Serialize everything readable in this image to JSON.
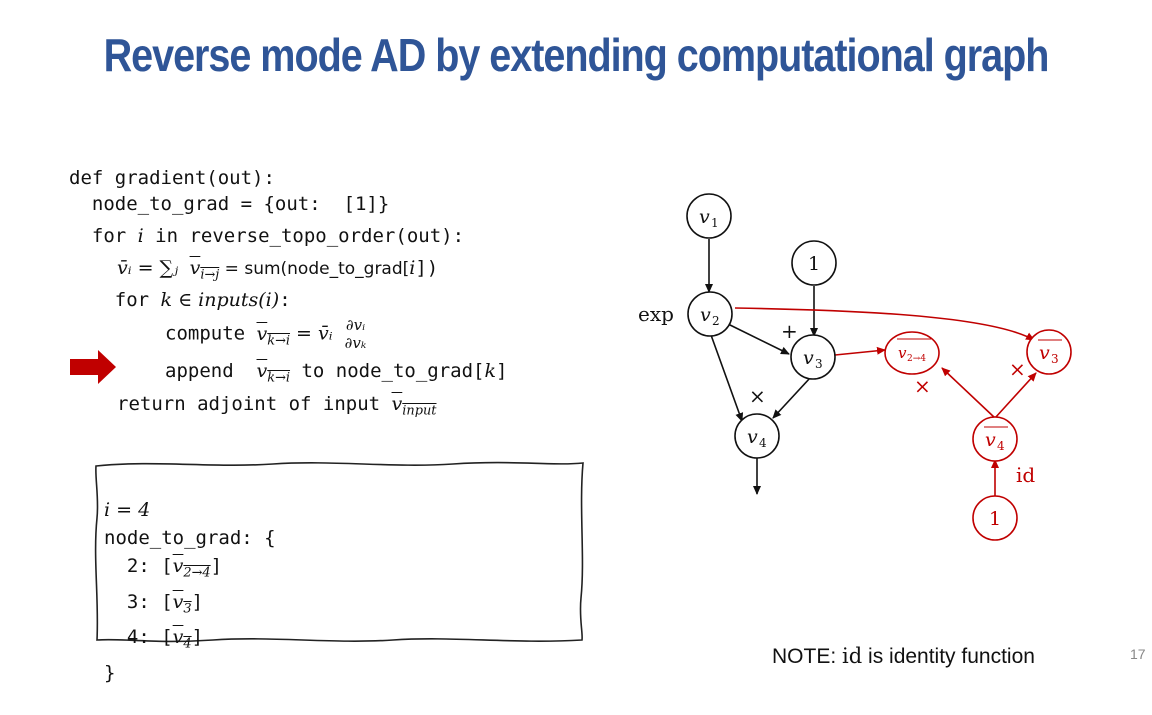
{
  "title": "Reverse mode AD by extending computational graph",
  "code": {
    "line1": "def gradient(out):",
    "line2": "  node_to_grad = {out:  [1]}",
    "line3_pre": "  for ",
    "line3_var": "i",
    "line3_post": " in reverse_topo_order(out):",
    "line4_lhs": "v̄ᵢ = ∑ⱼ",
    "line4_term": "v",
    "line4_term_sub": "i→j",
    "line4_post": " = sum(node_to_grad[",
    "line4_idx": "i",
    "line4_end": "])",
    "line5_pre": "    for ",
    "line5_math": "k ∈ inputs(i)",
    "line5_post": ":",
    "line6_pre": "compute ",
    "line6_term": "v",
    "line6_sub": "k→i",
    "line6_eq": " = v̄ᵢ ",
    "line6_frac_num": "∂vᵢ",
    "line6_frac_den": "∂vₖ",
    "line7_pre": "append  ",
    "line7_term": "v",
    "line7_sub": "k→i",
    "line7_post": " to node_to_grad[",
    "line7_idx": "k",
    "line7_end": "]",
    "line8_pre": "return adjoint of input ",
    "line8_term": "v",
    "line8_sub": "input"
  },
  "state_box": {
    "i_line": "i = 4",
    "header": "node_to_grad: {",
    "entries": [
      {
        "key": "2: [",
        "term": "v",
        "sub": "2→4",
        "end": "]"
      },
      {
        "key": "3: [",
        "term": "v",
        "sub": "3",
        "end": "]"
      },
      {
        "key": "4: [",
        "term": "v",
        "sub": "4",
        "end": "]"
      }
    ],
    "close": "}"
  },
  "graph": {
    "colors": {
      "forward": "#111111",
      "backward": "#c00000"
    },
    "nodes": {
      "v1": {
        "label": "v",
        "sub": "1"
      },
      "one": {
        "label": "1"
      },
      "v2": {
        "label": "v",
        "sub": "2"
      },
      "v3": {
        "label": "v",
        "sub": "3"
      },
      "v4": {
        "label": "v",
        "sub": "4"
      },
      "g24": {
        "label": "v",
        "sub": "2→4"
      },
      "g3": {
        "label": "v",
        "sub": "3"
      },
      "g4": {
        "label": "v",
        "sub": "4"
      },
      "gone": {
        "label": "1"
      }
    },
    "op_labels": {
      "exp": "exp",
      "plus": "+",
      "times_fwd": "×",
      "times_g24": "×",
      "times_g3": "×",
      "id": "id"
    }
  },
  "note": {
    "prefix": "NOTE: ",
    "code": "id",
    "suffix": " is identity function"
  },
  "page_number": "17"
}
